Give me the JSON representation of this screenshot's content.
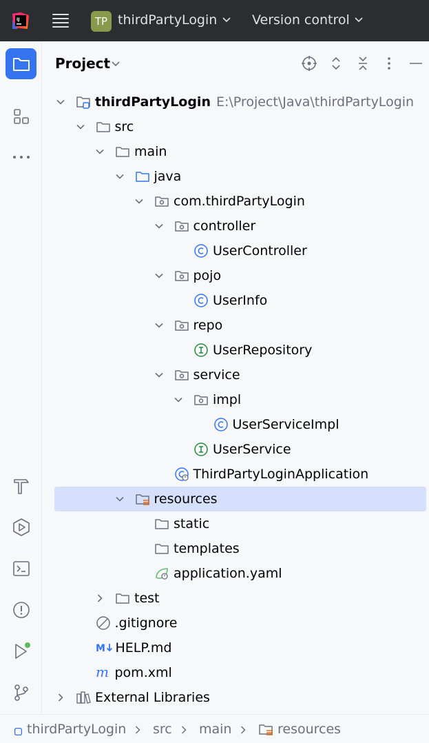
{
  "titlebar": {
    "project_badge": "TP",
    "project_name": "thirdPartyLogin",
    "vcs_label": "Version control"
  },
  "panel": {
    "title": "Project"
  },
  "tree": [
    {
      "label": "thirdPartyLogin",
      "path": "E:\\Project\\Java\\thirdPartyLogin",
      "depth": 0,
      "icon": "module-folder-icon",
      "expanded": true,
      "bold": true
    },
    {
      "label": "src",
      "depth": 1,
      "icon": "folder-icon",
      "expanded": true
    },
    {
      "label": "main",
      "depth": 2,
      "icon": "folder-icon",
      "expanded": true
    },
    {
      "label": "java",
      "depth": 3,
      "icon": "source-folder-icon",
      "expanded": true
    },
    {
      "label": "com.thirdPartyLogin",
      "depth": 4,
      "icon": "package-icon",
      "expanded": true
    },
    {
      "label": "controller",
      "depth": 5,
      "icon": "package-icon",
      "expanded": true
    },
    {
      "label": "UserController",
      "depth": 6,
      "icon": "class-icon"
    },
    {
      "label": "pojo",
      "depth": 5,
      "icon": "package-icon",
      "expanded": true
    },
    {
      "label": "UserInfo",
      "depth": 6,
      "icon": "class-icon"
    },
    {
      "label": "repo",
      "depth": 5,
      "icon": "package-icon",
      "expanded": true
    },
    {
      "label": "UserRepository",
      "depth": 6,
      "icon": "interface-icon"
    },
    {
      "label": "service",
      "depth": 5,
      "icon": "package-icon",
      "expanded": true
    },
    {
      "label": "impl",
      "depth": 6,
      "icon": "package-icon",
      "expanded": true
    },
    {
      "label": "UserServiceImpl",
      "depth": 7,
      "icon": "class-icon"
    },
    {
      "label": "UserService",
      "depth": 6,
      "icon": "interface-icon"
    },
    {
      "label": "ThirdPartyLoginApplication",
      "depth": 5,
      "icon": "spring-boot-class-icon"
    },
    {
      "label": "resources",
      "depth": 3,
      "icon": "resources-folder-icon",
      "expanded": true,
      "selected": true
    },
    {
      "label": "static",
      "depth": 4,
      "icon": "folder-icon"
    },
    {
      "label": "templates",
      "depth": 4,
      "icon": "folder-icon"
    },
    {
      "label": "application.yaml",
      "depth": 4,
      "icon": "spring-yaml-icon"
    },
    {
      "label": "test",
      "depth": 2,
      "icon": "folder-icon",
      "expanded": false
    },
    {
      "label": ".gitignore",
      "depth": 1,
      "icon": "ignore-file-icon"
    },
    {
      "label": "HELP.md",
      "depth": 1,
      "icon": "markdown-icon"
    },
    {
      "label": "pom.xml",
      "depth": 1,
      "icon": "maven-icon"
    },
    {
      "label": "External Libraries",
      "depth": 0,
      "icon": "libraries-icon",
      "expanded": false
    }
  ],
  "breadcrumb": [
    {
      "label": "thirdPartyLogin",
      "icon": "module-icon"
    },
    {
      "label": "src"
    },
    {
      "label": "main"
    },
    {
      "label": "resources",
      "icon": "resources-folder-icon"
    }
  ],
  "colors": {
    "accent": "#3574f0",
    "selection": "#d5e1fc",
    "class_blue": "#3574f0",
    "interface_green": "#208a3c"
  }
}
